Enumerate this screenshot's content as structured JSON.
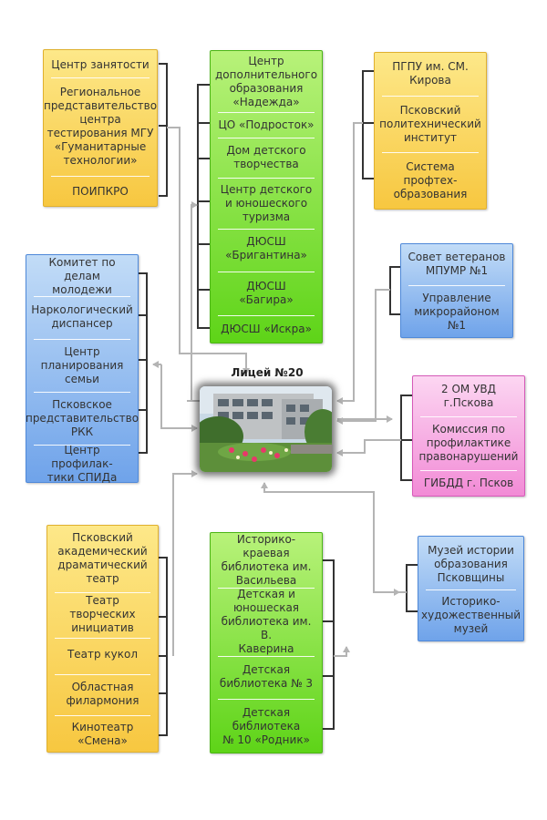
{
  "center": {
    "title": "Лицей №20",
    "image_label": "school-building-photo"
  },
  "colors": {
    "yellow": "#f7c740",
    "green": "#5ed418",
    "blue": "#6fa3ea",
    "pink": "#f28bd6",
    "connector": "#b4b4b4",
    "bracket": "#333333"
  },
  "groups": {
    "employment": [
      "Центр занятости",
      "Региональное\nпредставительство\nцентра\nтестирования МГУ\n«Гуманитарные\nтехнологии»",
      "ПОИПКРО"
    ],
    "extra_education": [
      "Центр\nдополнительного\nобразования\n«Надежда»",
      "ЦО «Подросток»",
      "Дом детского\nтворчества",
      "Центр детского\nи юношеского\nтуризма",
      "ДЮСШ\n«Бригантина»",
      "ДЮСШ\n«Багира»",
      "ДЮСШ «Искра»"
    ],
    "universities": [
      "ПГПУ им. СМ.\nКирова",
      "Псковский\nполитехнический\nинститут",
      "Система\nпрофтех-\nобразования"
    ],
    "youth_health": [
      "Комитет по делам\nмолодежи",
      "Наркологический\nдиспансер",
      "Центр\nпланирования\nсемьи",
      "Псковское\nпредставительство\nРКК",
      "Центр профилак-\nтики СПИДа"
    ],
    "veterans": [
      "Совет ветеранов\nМПУМР №1",
      "Управление\nмикрорайоном\n№1"
    ],
    "police": [
      "2 ОМ УВД\nг.Пскова",
      "Комиссия по\nпрофилактике\nправонарушений",
      "ГИБДД г. Псков"
    ],
    "culture": [
      "Псковский\nакадемический\nдраматический\nтеатр",
      "Театр творческих\nинициатив",
      "Театр кукол",
      "Областная\nфилармония",
      "Кинотеатр\n«Смена»"
    ],
    "libraries": [
      "Историко-краевая\nбиблиотека им.\nВасильева",
      "Детская и\nюношеская\nбиблиотека им. В.\nКаверина",
      "Детская\nбиблиотека № 3",
      "Детская\nбиблиотека\n№ 10 «Родник»"
    ],
    "museums": [
      "Музей истории\nобразования\nПсковщины",
      "Историко-\nхудожественный\nмузей"
    ]
  }
}
